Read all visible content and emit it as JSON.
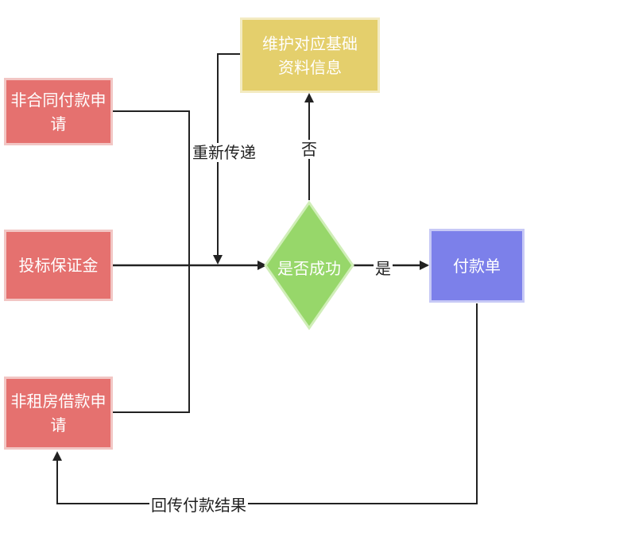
{
  "nodes": {
    "non_contract_payment": "非合同付款申请",
    "bid_deposit": "投标保证金",
    "non_rental_loan": "非租房借款申请",
    "maintain_basic_info": "维护对应基础资料信息",
    "is_success": "是否成功",
    "payment_order": "付款单"
  },
  "edges": {
    "resend": "重新传递",
    "no": "否",
    "yes": "是",
    "return_result": "回传付款结果"
  },
  "colors": {
    "request_box": "#e5716f",
    "info_box": "#e4cf6c",
    "decision": "#97d76a",
    "payment_box": "#7c80ea",
    "line": "#222222"
  }
}
